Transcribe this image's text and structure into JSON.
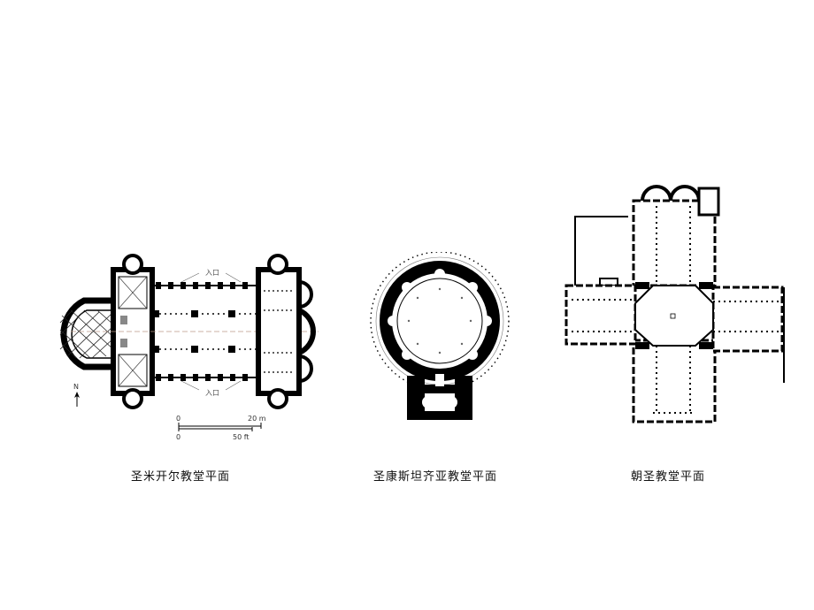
{
  "plans": [
    {
      "caption": "圣米开尔教堂平面",
      "entrance_top": "入口",
      "entrance_bottom": "入口",
      "north": "N",
      "scale_m_zero": "0",
      "scale_m": "20 m",
      "scale_ft_zero": "0",
      "scale_ft": "50 ft"
    },
    {
      "caption": "圣康斯坦齐亚教堂平面"
    },
    {
      "caption": "朝圣教堂平面"
    }
  ]
}
